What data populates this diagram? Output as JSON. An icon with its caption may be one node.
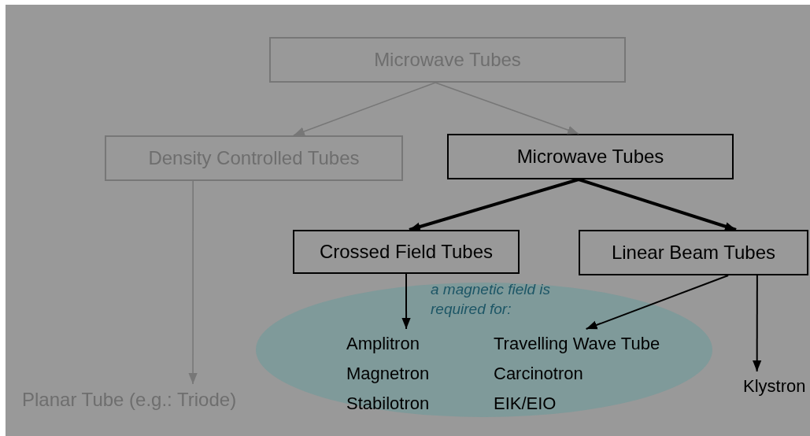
{
  "diagram": {
    "nodes": [
      {
        "text": [
          "Microwave Tubes"
        ]
      },
      {
        "text": [
          "Density Controlled Tubes"
        ]
      },
      {
        "text": [
          "Microwave Tubes"
        ]
      },
      {
        "text": [
          "Crossed Field Tubes"
        ]
      },
      {
        "text": [
          "Linear Beam Tubes"
        ]
      },
      {
        "text": [
          "Planar Tube (e.g.: Triode)"
        ]
      },
      {
        "text": [
          "a magnetic field is required for:"
        ]
      },
      {
        "text": [
          "Amplitron",
          "Magnetron",
          "Stabilotron"
        ],
        "in": 6
      },
      {
        "text": [
          "Travelling Wave Tube",
          "Carcinotron",
          "EIK/EIO"
        ],
        "in": 6
      },
      {
        "text": [
          "Klystron"
        ]
      }
    ],
    "edges": [
      {
        "from": 0,
        "to": 1,
        "arrow": "to",
        "color": "#777777"
      },
      {
        "from": 0,
        "to": 2,
        "arrow": "to",
        "color": "#777777"
      },
      {
        "from": 1,
        "to": 5,
        "arrow": "to",
        "color": "#777777"
      },
      {
        "from": 2,
        "to": 3,
        "arrow": "to",
        "style": "thick"
      },
      {
        "from": 2,
        "to": 4,
        "arrow": "to",
        "style": "thick"
      },
      {
        "from": 3,
        "to": 7,
        "arrow": "to"
      },
      {
        "from": 4,
        "to": 8,
        "arrow": "to"
      },
      {
        "from": 4,
        "to": 9,
        "arrow": "to"
      }
    ]
  }
}
